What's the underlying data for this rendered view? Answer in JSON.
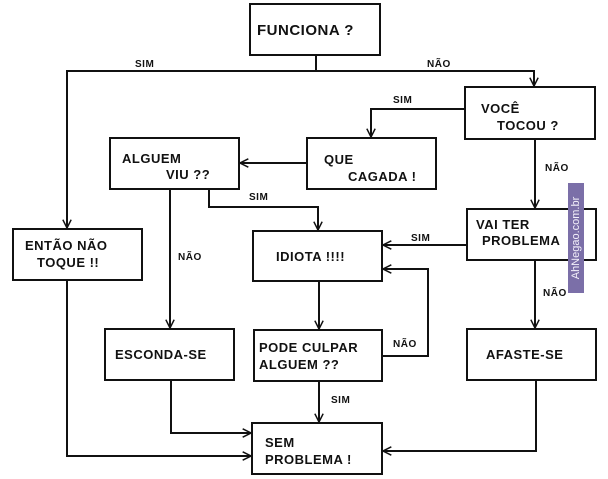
{
  "nodes": {
    "funciona": {
      "lines": [
        "FUNCIONA ?"
      ]
    },
    "voce_tocou": {
      "lines": [
        "VOCÊ",
        "TOCOU ?"
      ]
    },
    "que_cagada": {
      "lines": [
        "QUE",
        "CAGADA !"
      ]
    },
    "alguem_viu": {
      "lines": [
        "ALGUEM",
        "VIU ??"
      ]
    },
    "entao_nao_toque": {
      "lines": [
        "ENTÃO NÃO",
        "TOQUE !!"
      ]
    },
    "idiota": {
      "lines": [
        "IDIOTA !!!!"
      ]
    },
    "vai_ter_problema": {
      "lines": [
        "VAI TER",
        "PROBLEMA"
      ]
    },
    "esconda_se": {
      "lines": [
        "ESCONDA-SE"
      ]
    },
    "pode_culpar": {
      "lines": [
        "PODE CULPAR",
        "ALGUEM ??"
      ]
    },
    "afaste_se": {
      "lines": [
        "AFASTE-SE"
      ]
    },
    "sem_problema": {
      "lines": [
        "SEM",
        "PROBLEMA !"
      ]
    }
  },
  "edges": [
    {
      "from": "FUNCIONA ?",
      "to": "ENTÃO NÃO TOQUE !!",
      "label": "SIM"
    },
    {
      "from": "FUNCIONA ?",
      "to": "VOCÊ TOCOU ?",
      "label": "NÃO"
    },
    {
      "from": "VOCÊ TOCOU ?",
      "to": "QUE CAGADA !",
      "label": "SIM"
    },
    {
      "from": "VOCÊ TOCOU ?",
      "to": "VAI TER PROBLEMA",
      "label": "NÃO"
    },
    {
      "from": "QUE CAGADA !",
      "to": "ALGUEM VIU ??",
      "label": ""
    },
    {
      "from": "ALGUEM VIU ??",
      "to": "IDIOTA !!!!",
      "label": "SIM"
    },
    {
      "from": "ALGUEM VIU ??",
      "to": "ESCONDA-SE",
      "label": "NÃO"
    },
    {
      "from": "VAI TER PROBLEMA",
      "to": "IDIOTA !!!!",
      "label": "SIM"
    },
    {
      "from": "VAI TER PROBLEMA",
      "to": "AFASTE-SE",
      "label": "NÃO"
    },
    {
      "from": "IDIOTA !!!!",
      "to": "PODE CULPAR ALGUEM ??",
      "label": ""
    },
    {
      "from": "PODE CULPAR ALGUEM ??",
      "to": "IDIOTA !!!!",
      "label": "NÃO"
    },
    {
      "from": "PODE CULPAR ALGUEM ??",
      "to": "SEM PROBLEMA !",
      "label": "SIM"
    },
    {
      "from": "ENTÃO NÃO TOQUE !!",
      "to": "SEM PROBLEMA !",
      "label": ""
    },
    {
      "from": "ESCONDA-SE",
      "to": "SEM PROBLEMA !",
      "label": ""
    },
    {
      "from": "AFASTE-SE",
      "to": "SEM PROBLEMA !",
      "label": ""
    }
  ],
  "edge_labels": {
    "funciona_sim": "SIM",
    "funciona_nao": "NÃO",
    "tocou_sim": "SIM",
    "tocou_nao": "NÃO",
    "viu_sim": "SIM",
    "viu_nao": "NÃO",
    "problema_sim": "SIM",
    "problema_nao": "NÃO",
    "culpar_nao": "NÃO",
    "culpar_sim": "SIM"
  },
  "watermark": {
    "text": "AhNegao.com.br"
  }
}
